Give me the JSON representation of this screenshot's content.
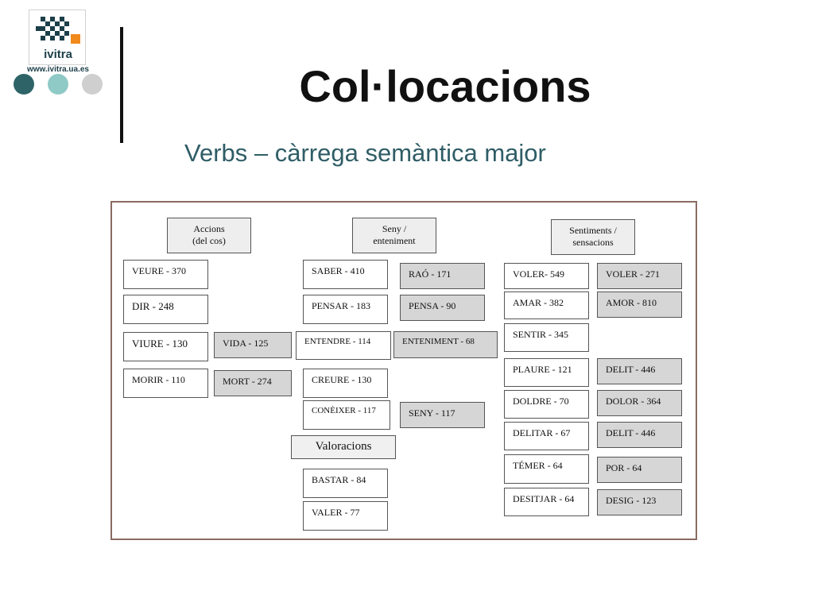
{
  "slide": {
    "title": "Col·locacions",
    "subtitle": "Verbs – càrrega semàntica major"
  },
  "logo": {
    "wordmark": "ivitra",
    "url": "www.ivitra.ua.es"
  },
  "colors": {
    "title": "#111111",
    "subtitle": "#2f5d66",
    "frame": "#8a6b63",
    "box_gray": "#d6d6d6",
    "dot_dark": "#2e6468",
    "dot_light": "#8fcac6",
    "dot_gray": "#cfcfcf",
    "logo_orange": "#f08a1c",
    "logo_navy": "#1c3f4a"
  },
  "diagram": {
    "headers": {
      "accions": [
        "Accions",
        "(del cos)"
      ],
      "seny": [
        "Seny /",
        "enteniment"
      ],
      "sentiments": [
        "Sentiments /",
        "sensacions"
      ]
    },
    "valoracions": "Valoracions",
    "accions": {
      "veure": "VEURE - 370",
      "dir": "DIR - 248",
      "viure": "VIURE - 130",
      "vida": "VIDA - 125",
      "morir": "MORIR - 110",
      "mort": "MORT - 274"
    },
    "seny": {
      "saber": "SABER - 410",
      "rao": "RAÓ - 171",
      "pensar": "PENSAR - 183",
      "pensa": "PENSA - 90",
      "entendre": "ENTENDRE - 114",
      "enteniment": "ENTENIMENT - 68",
      "creure": "CREURE - 130",
      "coneixer": "CONÈIXER - 117",
      "seny": "SENY - 117",
      "bastar": "BASTAR - 84",
      "valer": "VALER - 77"
    },
    "sentiments": {
      "voler_v": "VOLER- 549",
      "voler_n": "VOLER - 271",
      "amar": "AMAR - 382",
      "amor": "AMOR - 810",
      "sentir": "SENTIR - 345",
      "plaure": "PLAURE - 121",
      "delit1": "DELIT - 446",
      "doldre": "DOLDRE - 70",
      "dolor": "DOLOR - 364",
      "delitar": "DELITAR - 67",
      "delit2": "DELIT - 446",
      "temer": "TÉMER - 64",
      "por": "POR - 64",
      "desitjar": "DESITJAR - 64",
      "desig": "DESIG - 123"
    }
  }
}
